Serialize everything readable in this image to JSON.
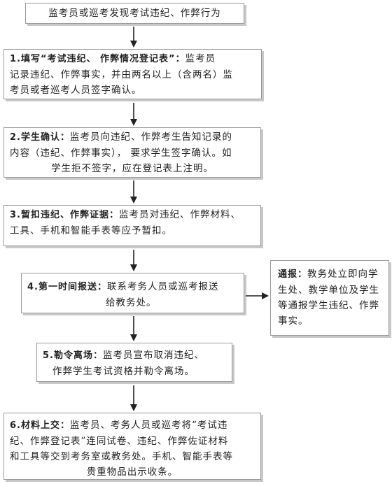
{
  "start": "监考员或巡考发现考试违纪、作弊行为",
  "steps": [
    {
      "lead": "1.填写“考试违纪、 作弊情况登记表”：",
      "lines": [
        "监考员",
        "记录违纪、作弊事实，并由两名以上（含两名）监",
        "考员或者巡考人员签字确认。"
      ]
    },
    {
      "lead": "2.学生确认：",
      "lines": [
        "监考员向违纪、作弊考生告知记录的",
        "内容（违纪、作弊事实）， 要求学生签字确认。如",
        "学生拒不签字，应在登记表上注明。"
      ]
    },
    {
      "lead": "3.暂扣违纪、作弊证据：",
      "lines": [
        "监考员对违纪、作弊材料、",
        "工具、手机和智能手表等应予暂扣。"
      ]
    },
    {
      "lead": "4.第一时间报送：",
      "lines": [
        "联系考务人员或巡考报送",
        "给教务处。"
      ]
    },
    {
      "lead": "5.勒令离场：",
      "lines": [
        "监考员宣布取消违纪、",
        "作弊学生考试资格并勒令离场。"
      ]
    },
    {
      "lead": "6.材料上交：",
      "lines": [
        "监考员、考务人员或巡考将“考试违",
        "纪、作弊登记表”连同试卷、违纪、作弊佐证材料",
        "和工具等交到考务室或教务处。手机、智能手表等",
        "贵重物品出示收条。"
      ]
    }
  ],
  "side": {
    "lead": "通报：",
    "lines": [
      "教务处立即向学",
      "生处、教学单位及学生",
      "等通报学生违纪、作弊",
      "事实。"
    ]
  }
}
